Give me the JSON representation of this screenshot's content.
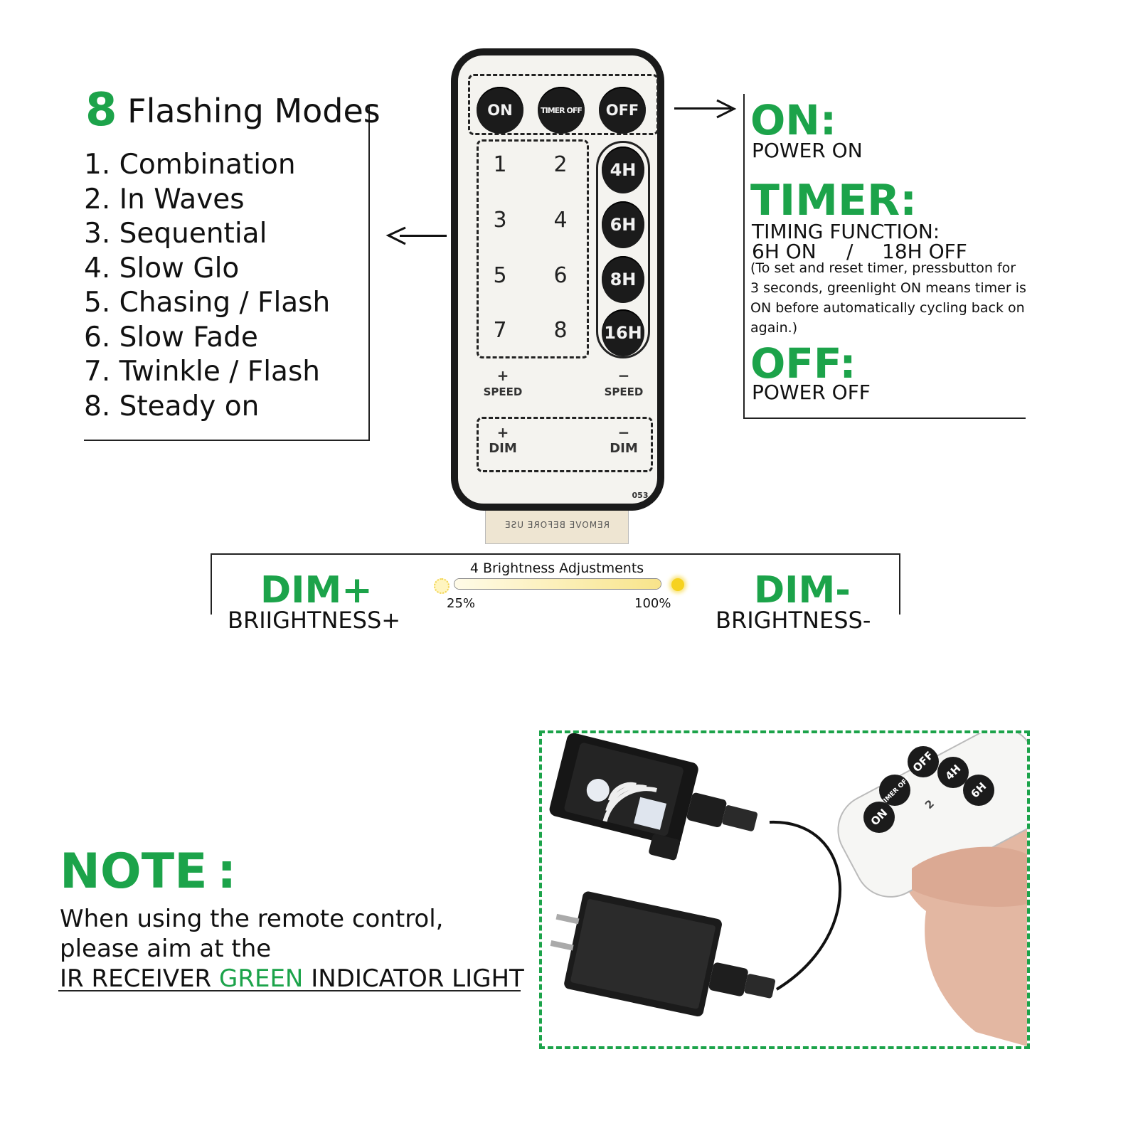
{
  "modes": {
    "count": "8",
    "title": "Flashing Modes",
    "items": [
      "1. Combination",
      "2. In Waves",
      "3. Sequential",
      "4. Slow Glo",
      "5. Chasing / Flash",
      "6. Slow Fade",
      "7. Twinkle / Flash",
      "8. Steady on"
    ]
  },
  "remote": {
    "top_buttons": [
      "ON",
      "TIMER OFF",
      "OFF"
    ],
    "number_keys": [
      "1",
      "2",
      "3",
      "4",
      "5",
      "6",
      "7",
      "8"
    ],
    "timer_buttons": [
      "4H",
      "6H",
      "8H",
      "16H"
    ],
    "speed_plus": "+",
    "speed_minus": "−",
    "speed_label": "SPEED",
    "dim_plus": "+",
    "dim_minus": "−",
    "dim_label": "DIM",
    "model": "053",
    "tab_label": "REMOVE BEFORE USE"
  },
  "info": {
    "on_head": "ON:",
    "on_sub": "POWER ON",
    "timer_head": "TIMER:",
    "timer_sub": "TIMING FUNCTION:",
    "timer_on": "6H ON",
    "timer_sep": "/",
    "timer_off": "18H OFF",
    "timer_note": "(To set and reset timer, pressbutton for 3 seconds, greenlight ON means timer is ON before automatically cycling back on again.)",
    "off_head": "OFF:",
    "off_sub": "POWER OFF"
  },
  "brightness": {
    "dim_plus": "DIM+",
    "brightness_plus": "BRIIGHTNESS+",
    "title": "4 Brightness Adjustments",
    "low": "25%",
    "high": "100%",
    "dim_minus": "DIM-",
    "brightness_minus": "BRIGHTNESS-",
    "level_min": 0.25,
    "level_max": 1.0
  },
  "note": {
    "title": "NOTE :",
    "line1": "When using the remote control,",
    "line2": "please aim at the",
    "line3_a": "IR RECEIVER ",
    "line3_b": "GREEN ",
    "line3_c": "INDICATOR LIGHT"
  },
  "photo_remote": {
    "buttons": [
      "OFF",
      "4H",
      "TIMER OFF",
      "6H",
      "ON",
      "2"
    ]
  },
  "colors": {
    "accent": "#1ca34a",
    "button": "#1b1b1b",
    "remote_body": "#f4f3ef"
  }
}
